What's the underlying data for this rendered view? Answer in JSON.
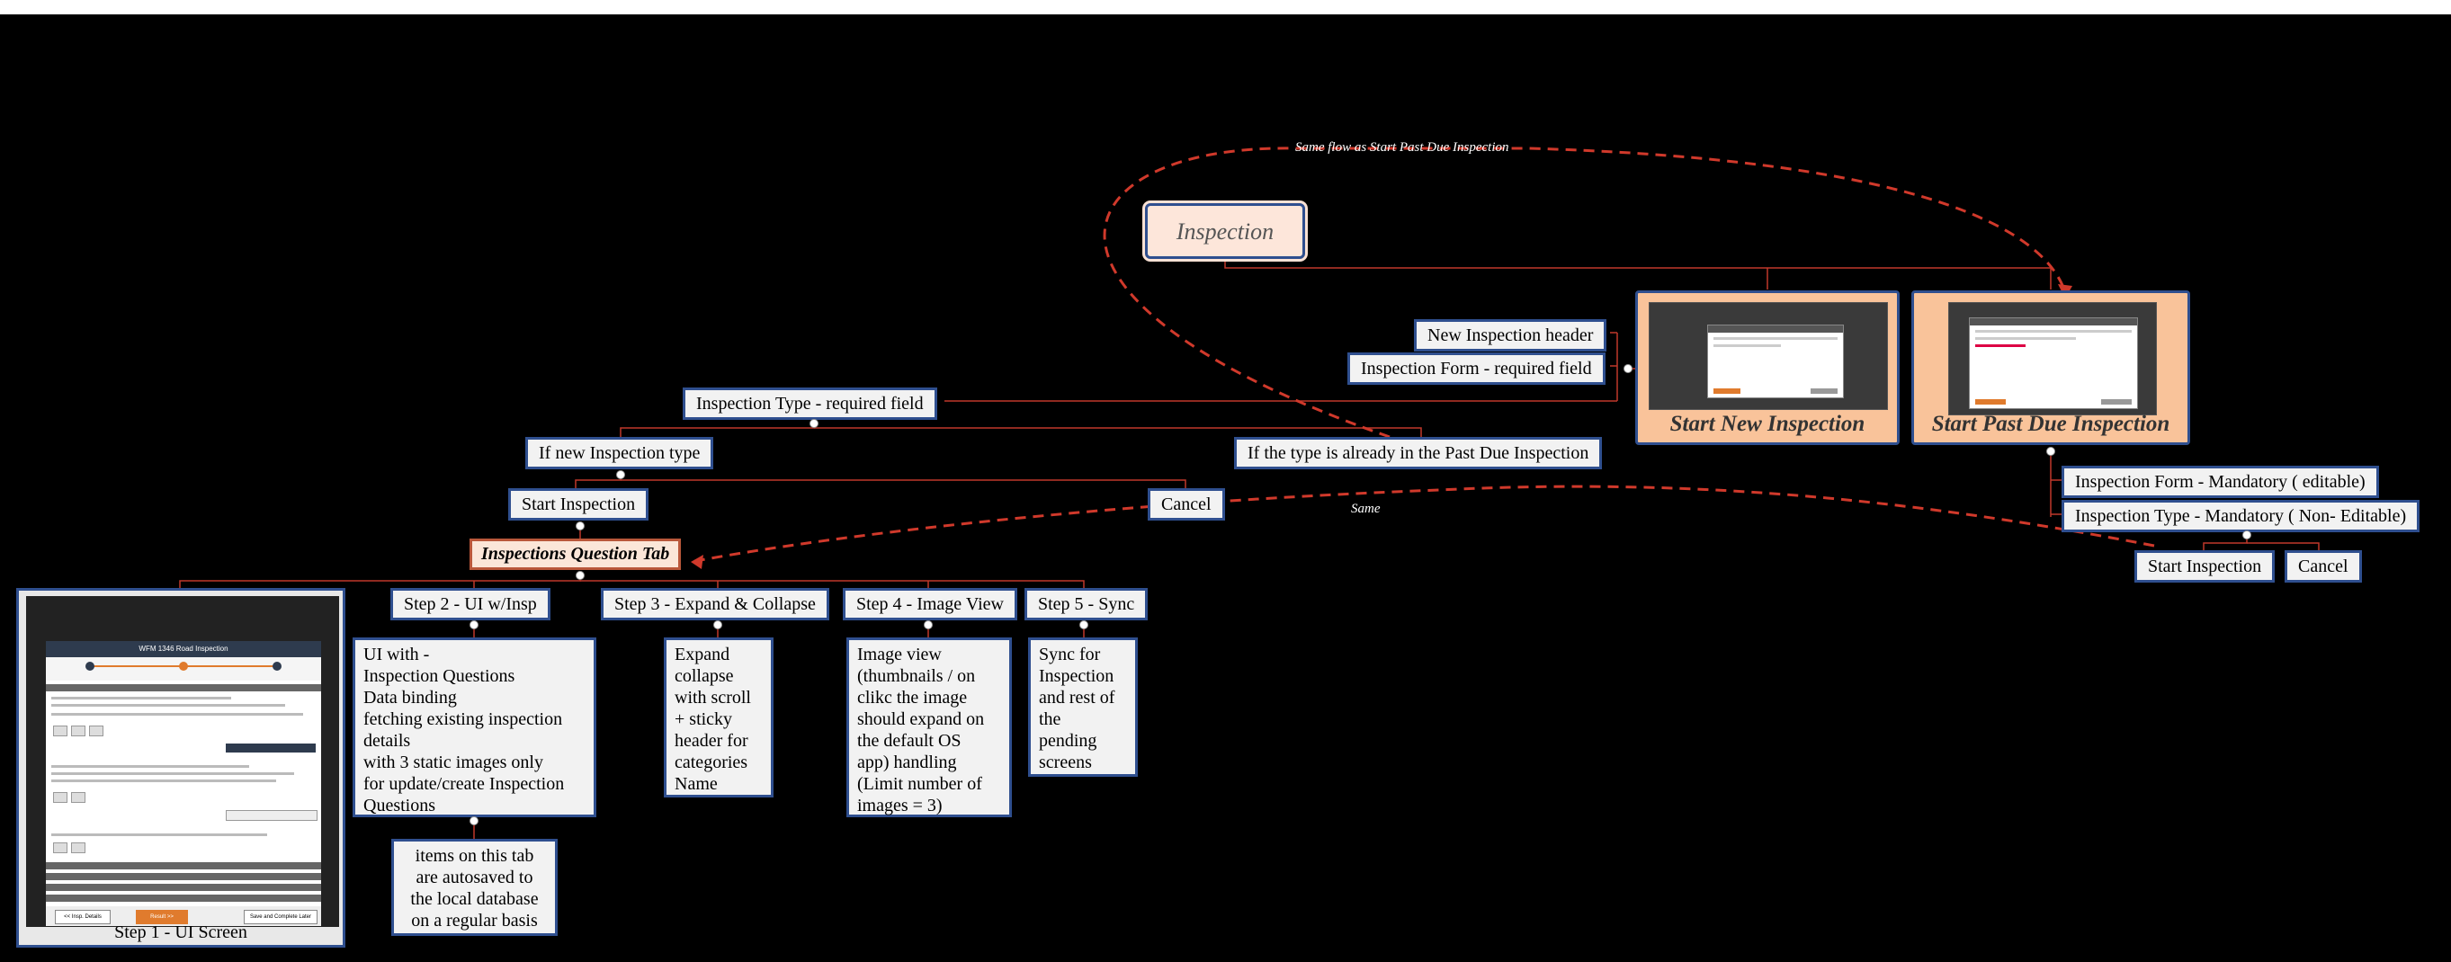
{
  "root": {
    "label": "Inspection"
  },
  "cards": {
    "new": {
      "title": "Start New Inspection"
    },
    "pastdue": {
      "title": "Start Past Due Inspection"
    }
  },
  "new_inspection": {
    "header": "New Inspection header",
    "form": "Inspection Form - required field",
    "type": "Inspection Type - required field",
    "if_new": "If new Inspection type",
    "if_past": "If the type is already in the Past Due Inspection",
    "start": "Start Inspection",
    "cancel": "Cancel"
  },
  "past_due": {
    "form": "Inspection Form - Mandatory ( editable)",
    "type": "Inspection Type - Mandatory ( Non- Editable)",
    "start": "Start Inspection",
    "cancel": "Cancel"
  },
  "question_tab": {
    "label": "Inspections Question Tab"
  },
  "steps": {
    "step1": "Step 1 - UI Screen",
    "step2": "Step 2 - UI w/Insp",
    "step3": "Step 3 - Expand & Collapse",
    "step4": "Step 4 - Image View",
    "step5": "Step 5 - Sync"
  },
  "details": {
    "step2": "UI with  -\nInspection Questions\n Data binding\n fetching existing inspection\ndetails\nwith 3 static images only\nfor update/create Inspection\nQuestions",
    "step2b": "items on this tab\nare autosaved to\nthe local database\non a regular basis",
    "step3": "Expand\ncollapse\nwith scroll\n+ sticky\nheader for\ncategories\nName",
    "step4": "Image view\n(thumbnails / on\nclikc the image\nshould expand on\nthe default OS\napp) handling\n(Limit number of\nimages = 3)",
    "step5": "Sync for\nInspection\nand rest of\nthe\npending\nscreens"
  },
  "annotations": {
    "same_flow": "Same flow as Start Past Due Inspection",
    "same": "Same"
  },
  "mockup": {
    "header_title": "WFM 1346 Road Inspection",
    "save_button": "Save and Complete Later",
    "back_button": "<< Insp. Details",
    "next_button": "Result >>"
  },
  "colors": {
    "link": "#c0392b",
    "border": "#2f4f8f",
    "card": "#f9c39a",
    "root": "#fde6da"
  }
}
